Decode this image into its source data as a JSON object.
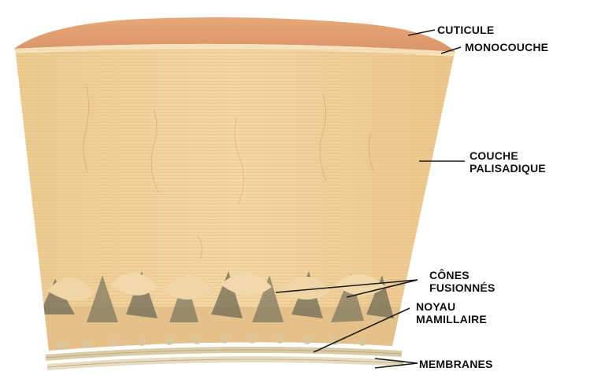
{
  "labels": {
    "cuticule": "CUTICULE",
    "monocouche": "MONOCOUCHE",
    "couche_palisadique": [
      "COUCHE",
      "PALISADIQUE"
    ],
    "cones_fusionnes": [
      "CÔNES",
      "FUSIONNÉS"
    ],
    "noyau_mamillaire": [
      "NOYAU",
      "MAMILLAIRE"
    ],
    "membranes": "MEMBRANES"
  },
  "colors": {
    "cuticle": "#e0a274",
    "palisade": "#f1cf96",
    "palisade_shadow": "#d9b27a",
    "cone_shadow": "#6f6b57",
    "membrane": "#e7dcc0",
    "label_text": "#111111"
  }
}
